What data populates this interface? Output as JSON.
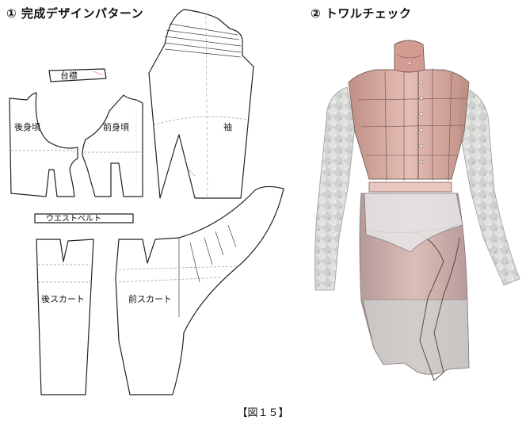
{
  "headings": {
    "pattern": "① 完成デザインパターン",
    "toile": "② トワルチェック"
  },
  "pieces": {
    "daieri": "台襟",
    "ushiromigoro": "後身頃",
    "maemigoro": "前身頃",
    "sode": "袖",
    "waist_belt": "ウエストベルト",
    "ushiro_skirt": "後スカート",
    "mae_skirt": "前スカート"
  },
  "caption": "【図１５】",
  "colors": {
    "line": "#222222",
    "guide": "#9a9a9a",
    "skin": "#d8a9a0",
    "lace": "#d9ddd9",
    "mannequin": "#c4938a"
  }
}
